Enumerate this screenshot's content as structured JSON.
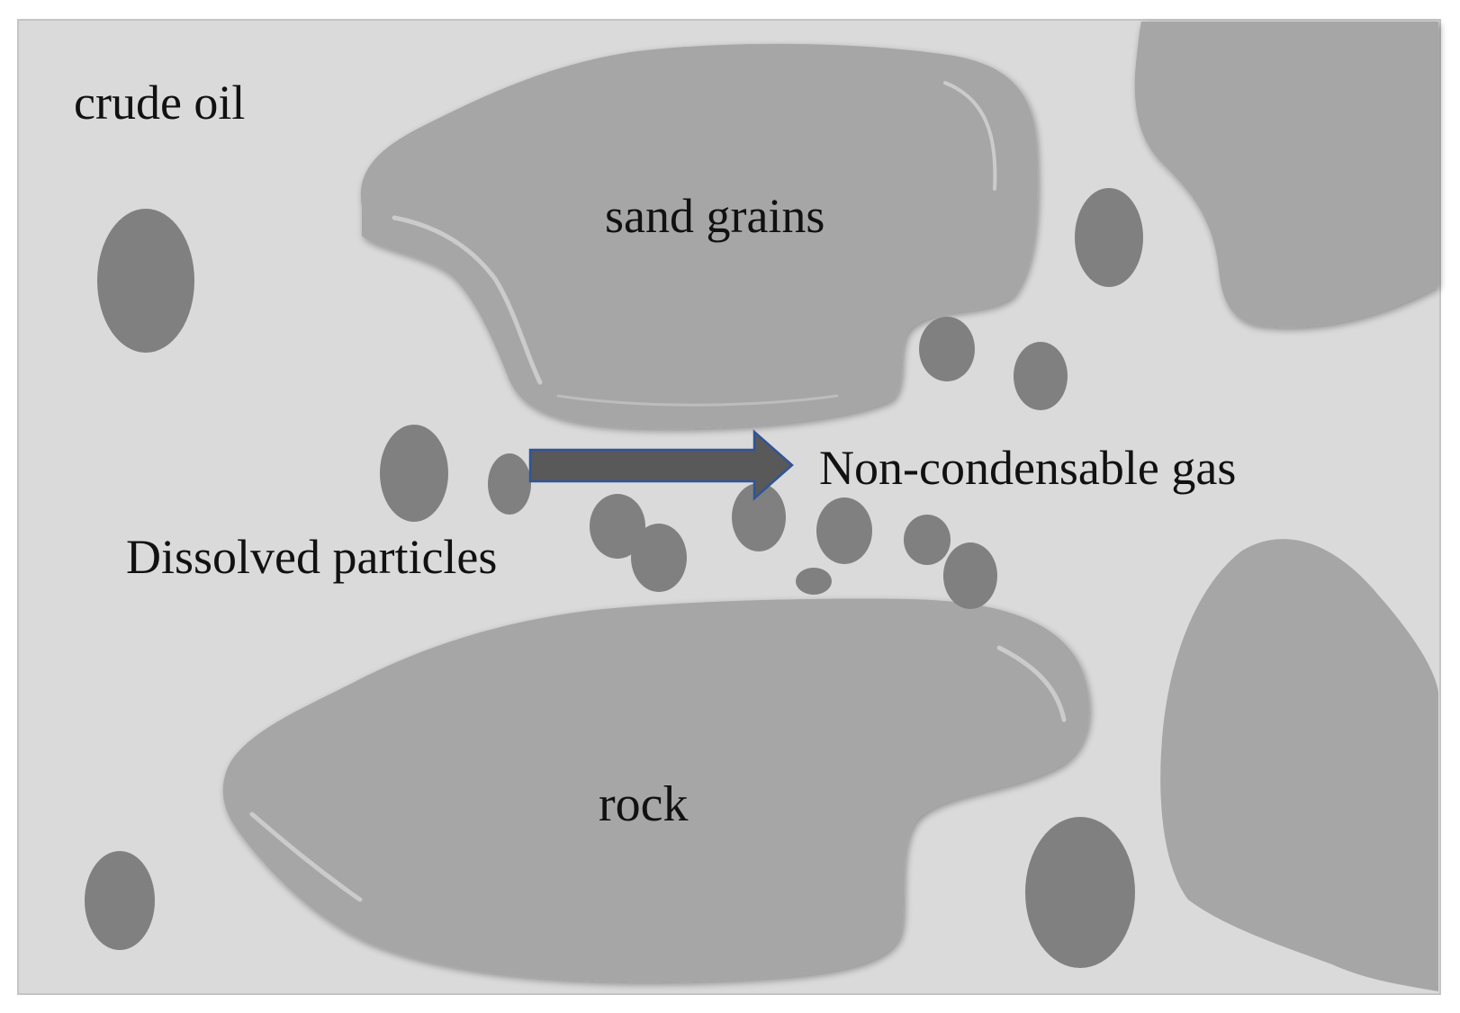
{
  "labels": {
    "crude_oil": "crude oil",
    "sand_grains": "sand grains",
    "non_condensable_gas": "Non-condensable gas",
    "dissolved_particles": "Dissolved particles",
    "rock": "rock"
  },
  "colors": {
    "background": "#dadada",
    "border": "#c4c4c4",
    "grain": "#a6a6a6",
    "grain_highlight": "#cbcbcb",
    "particle": "#808080",
    "arrow_fill": "#595959",
    "arrow_outline": "#2f5597",
    "text": "#111111"
  },
  "icons": {
    "flow_arrow": "right-arrow-icon"
  }
}
